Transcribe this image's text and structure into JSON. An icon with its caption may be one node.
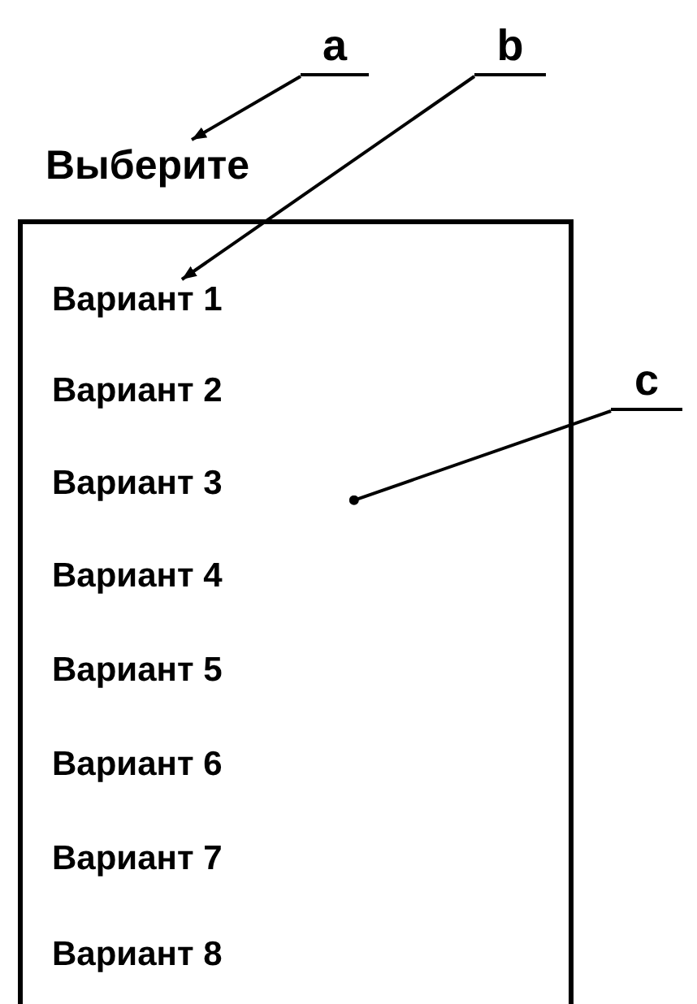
{
  "diagram": {
    "nodes": [
      {
        "text": [
          "a"
        ]
      },
      {
        "text": [
          "b"
        ]
      },
      {
        "text": [
          "Выберите"
        ]
      },
      {
        "text": [],
        "shape": "box"
      },
      {
        "text": [
          "Вариант 1"
        ],
        "in": 3
      },
      {
        "text": [
          "Вариант 2"
        ],
        "in": 3
      },
      {
        "text": [
          "Вариант 3"
        ],
        "in": 3
      },
      {
        "text": [
          "Вариант 4"
        ],
        "in": 3
      },
      {
        "text": [
          "Вариант 5"
        ],
        "in": 3
      },
      {
        "text": [
          "Вариант 6"
        ],
        "in": 3
      },
      {
        "text": [
          "Вариант 7"
        ],
        "in": 3
      },
      {
        "text": [
          "Вариант 8"
        ],
        "in": 3
      },
      {
        "text": [
          "c"
        ]
      }
    ],
    "edges": [
      {
        "from": 0,
        "to": 2,
        "arrow": "to"
      },
      {
        "from": 1,
        "to": 4,
        "arrow": "to"
      },
      {
        "from": 12,
        "to": 3,
        "arrow": "other"
      }
    ]
  }
}
